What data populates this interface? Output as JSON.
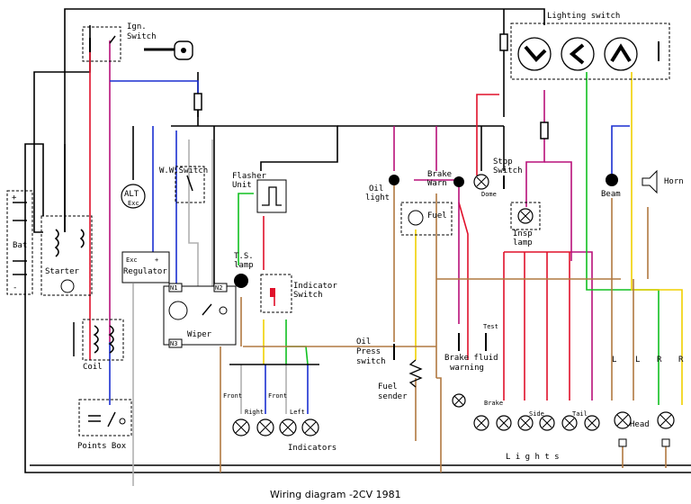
{
  "labels": {
    "ign_switch_1": "Ign.",
    "ign_switch_2": "Switch",
    "lighting_switch": "Lighting switch",
    "bat": "Bat",
    "alt": "ALT",
    "exc": "Exc",
    "regulator": "Regulator",
    "reg_exc": "Exc",
    "reg_plus": "+",
    "starter": "Starter",
    "coil": "Coil",
    "points_box": "Points Box",
    "ww_switch": "W.W.Switch",
    "wiper": "Wiper",
    "n1": "N1",
    "n2": "N2",
    "n3": "N3",
    "flasher_1": "Flasher",
    "flasher_2": "Unit",
    "ts_1": "T.S.",
    "ts_2": "lamp",
    "indicator_1": "Indicator",
    "indicator_2": "Switch",
    "front_l": "Front",
    "right": "Right",
    "front_r": "Front",
    "left": "Left",
    "indicators": "Indicators",
    "oil_1": "Oil",
    "oil_2": "light",
    "brake_1": "Brake",
    "brake_2": "Warn",
    "fuel": "Fuel",
    "dome": "Dome",
    "stop_1": "Stop",
    "stop_2": "Switch",
    "insp_1": "Insp",
    "insp_2": "lamp",
    "beam": "Beam",
    "horn": "Horn",
    "oil_press_1": "Oil",
    "oil_press_2": "Press",
    "oil_press_3": "switch",
    "fuel_sender_1": "Fuel",
    "fuel_sender_2": "sender",
    "test": "Test",
    "brake_fluid_1": "Brake fluid",
    "brake_fluid_2": "warning",
    "brake_l": "Brake",
    "side": "Side",
    "tail": "Tail",
    "head": "Head",
    "L1": "L",
    "L2": "L",
    "R1": "R",
    "R2": "R",
    "lights": "L i g h t s",
    "caption": "Wiring diagram -2CV 1981"
  },
  "colors": {
    "black": "#000000",
    "red": "#e0102a",
    "magenta": "#b8107a",
    "blue": "#1a2fd0",
    "green": "#10c020",
    "yellow": "#f0d000",
    "brown": "#b07840",
    "grey": "#b0b0b0"
  }
}
